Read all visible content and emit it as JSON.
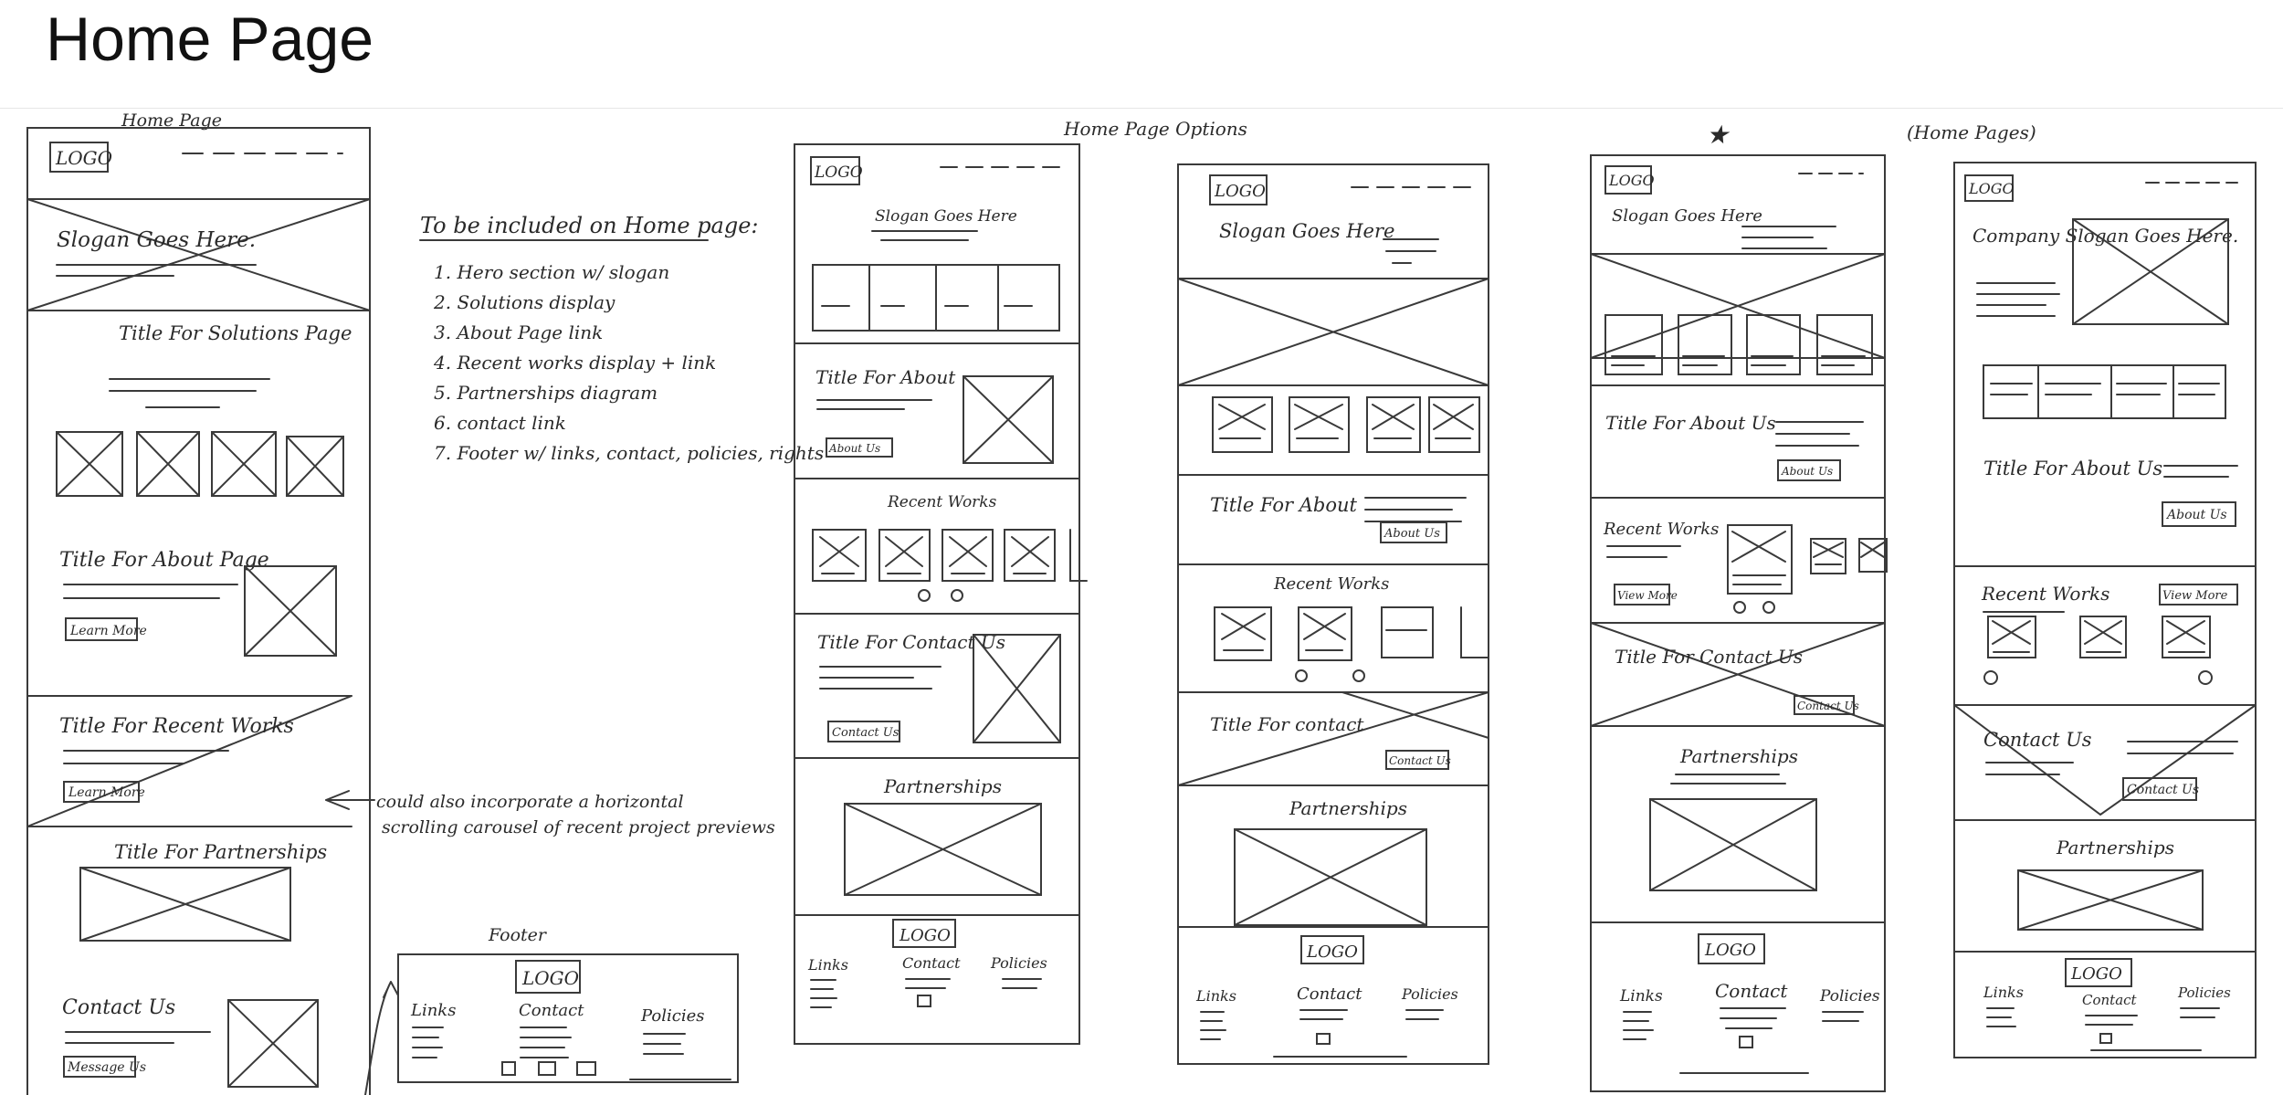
{
  "page_title": "Home Page",
  "labels": {
    "wf1_caption": "Home Page",
    "options_caption": "Home Page Options",
    "pages_caption": "(Home Pages)",
    "star": "★",
    "footer_caption": "Footer"
  },
  "wf1": {
    "logo": "LOGO",
    "slogan": "Slogan Goes Here.",
    "solutions_title": "Title For Solutions Page",
    "about_title": "Title For About Page",
    "learn_more_1": "Learn More",
    "recent_title": "Title For Recent Works",
    "learn_more_2": "Learn More",
    "partnerships_title": "Title For Partnerships",
    "contact_title": "Contact Us",
    "message_us": "Message Us"
  },
  "checklist": {
    "heading": "To be included on Home page:",
    "items": [
      "1. Hero section w/ slogan",
      "2. Solutions display",
      "3. About Page link",
      "4. Recent works display + link",
      "5. Partnerships diagram",
      "6. contact link",
      "7. Footer w/ links, contact, policies, rights"
    ]
  },
  "note": {
    "line1": "could also incorporate a horizontal",
    "line2": "scrolling carousel of recent project previews"
  },
  "footer_wf": {
    "logo": "LOGO",
    "links": "Links",
    "contact": "Contact",
    "policies": "Policies"
  },
  "wf2": {
    "logo": "LOGO",
    "slogan": "Slogan Goes Here",
    "about_title": "Title For About",
    "about_btn": "About Us",
    "recent": "Recent Works",
    "contact_title": "Title For Contact Us",
    "contact_btn": "Contact Us",
    "partnerships": "Partnerships",
    "footer_logo": "LOGO",
    "links": "Links",
    "contact": "Contact",
    "policies": "Policies"
  },
  "wf3": {
    "logo": "LOGO",
    "slogan": "Slogan Goes Here",
    "about_title": "Title For About",
    "about_btn": "About Us",
    "recent": "Recent Works",
    "contact_title": "Title For contact",
    "contact_btn": "Contact Us",
    "partnerships": "Partnerships",
    "footer_logo": "LOGO",
    "links": "Links",
    "contact": "Contact",
    "policies": "Policies"
  },
  "wf4": {
    "logo": "LOGO",
    "slogan": "Slogan Goes Here",
    "about_title": "Title For About Us",
    "about_btn": "About Us",
    "recent": "Recent Works",
    "view_btn": "View More",
    "contact_title": "Title For Contact Us",
    "contact_btn": "Contact Us",
    "partnerships": "Partnerships",
    "footer_logo": "LOGO",
    "links": "Links",
    "contact": "Contact",
    "policies": "Policies"
  },
  "wf5": {
    "logo": "LOGO",
    "slogan": "Company Slogan Goes Here.",
    "about_title": "Title For About Us",
    "about_btn": "About Us",
    "recent": "Recent Works",
    "view_btn": "View More",
    "contact_title": "Contact Us",
    "contact_btn": "Contact Us",
    "partnerships": "Partnerships",
    "footer_logo": "LOGO",
    "links": "Links",
    "contact": "Contact",
    "policies": "Policies"
  }
}
